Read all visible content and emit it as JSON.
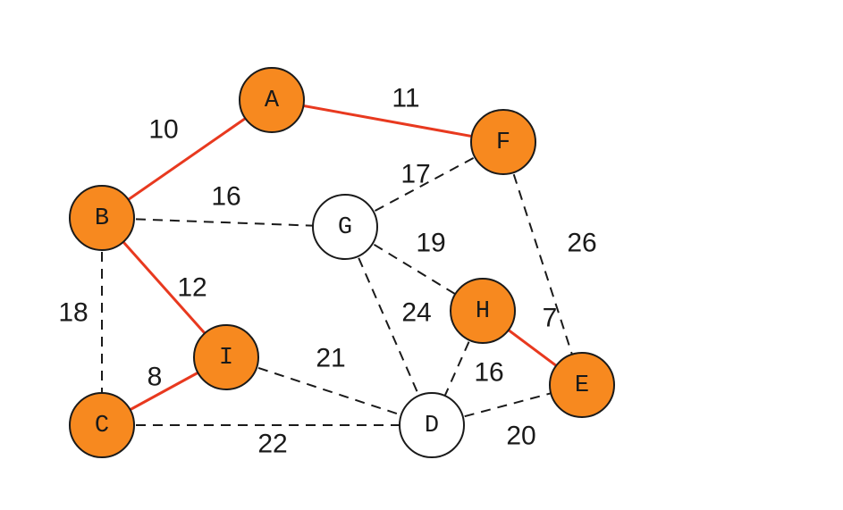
{
  "graph": {
    "colors": {
      "selected_node_fill": "#f7891f",
      "unselected_node_fill": "#ffffff",
      "selected_edge": "#e8391f",
      "unselected_edge": "#1a1a1a",
      "outline": "#1a1a1a"
    },
    "nodes": [
      {
        "id": "A",
        "label": "A",
        "selected": true
      },
      {
        "id": "B",
        "label": "B",
        "selected": true
      },
      {
        "id": "C",
        "label": "C",
        "selected": true
      },
      {
        "id": "D",
        "label": "D",
        "selected": false
      },
      {
        "id": "E",
        "label": "E",
        "selected": true
      },
      {
        "id": "F",
        "label": "F",
        "selected": true
      },
      {
        "id": "G",
        "label": "G",
        "selected": false
      },
      {
        "id": "H",
        "label": "H",
        "selected": true
      },
      {
        "id": "I",
        "label": "I",
        "selected": true
      }
    ],
    "edges": [
      {
        "from": "A",
        "to": "B",
        "weight": "10",
        "selected": true
      },
      {
        "from": "A",
        "to": "F",
        "weight": "11",
        "selected": true
      },
      {
        "from": "B",
        "to": "G",
        "weight": "16",
        "selected": false
      },
      {
        "from": "B",
        "to": "I",
        "weight": "12",
        "selected": true
      },
      {
        "from": "B",
        "to": "C",
        "weight": "18",
        "selected": false
      },
      {
        "from": "C",
        "to": "I",
        "weight": "8",
        "selected": true
      },
      {
        "from": "C",
        "to": "D",
        "weight": "22",
        "selected": false
      },
      {
        "from": "I",
        "to": "D",
        "weight": "21",
        "selected": false
      },
      {
        "from": "G",
        "to": "F",
        "weight": "17",
        "selected": false
      },
      {
        "from": "G",
        "to": "H",
        "weight": "19",
        "selected": false
      },
      {
        "from": "G",
        "to": "D",
        "weight": "24",
        "selected": false
      },
      {
        "from": "F",
        "to": "E",
        "weight": "26",
        "selected": false
      },
      {
        "from": "H",
        "to": "E",
        "weight": "7",
        "selected": true
      },
      {
        "from": "H",
        "to": "D",
        "weight": "16",
        "selected": false
      },
      {
        "from": "D",
        "to": "E",
        "weight": "20",
        "selected": false
      }
    ]
  }
}
